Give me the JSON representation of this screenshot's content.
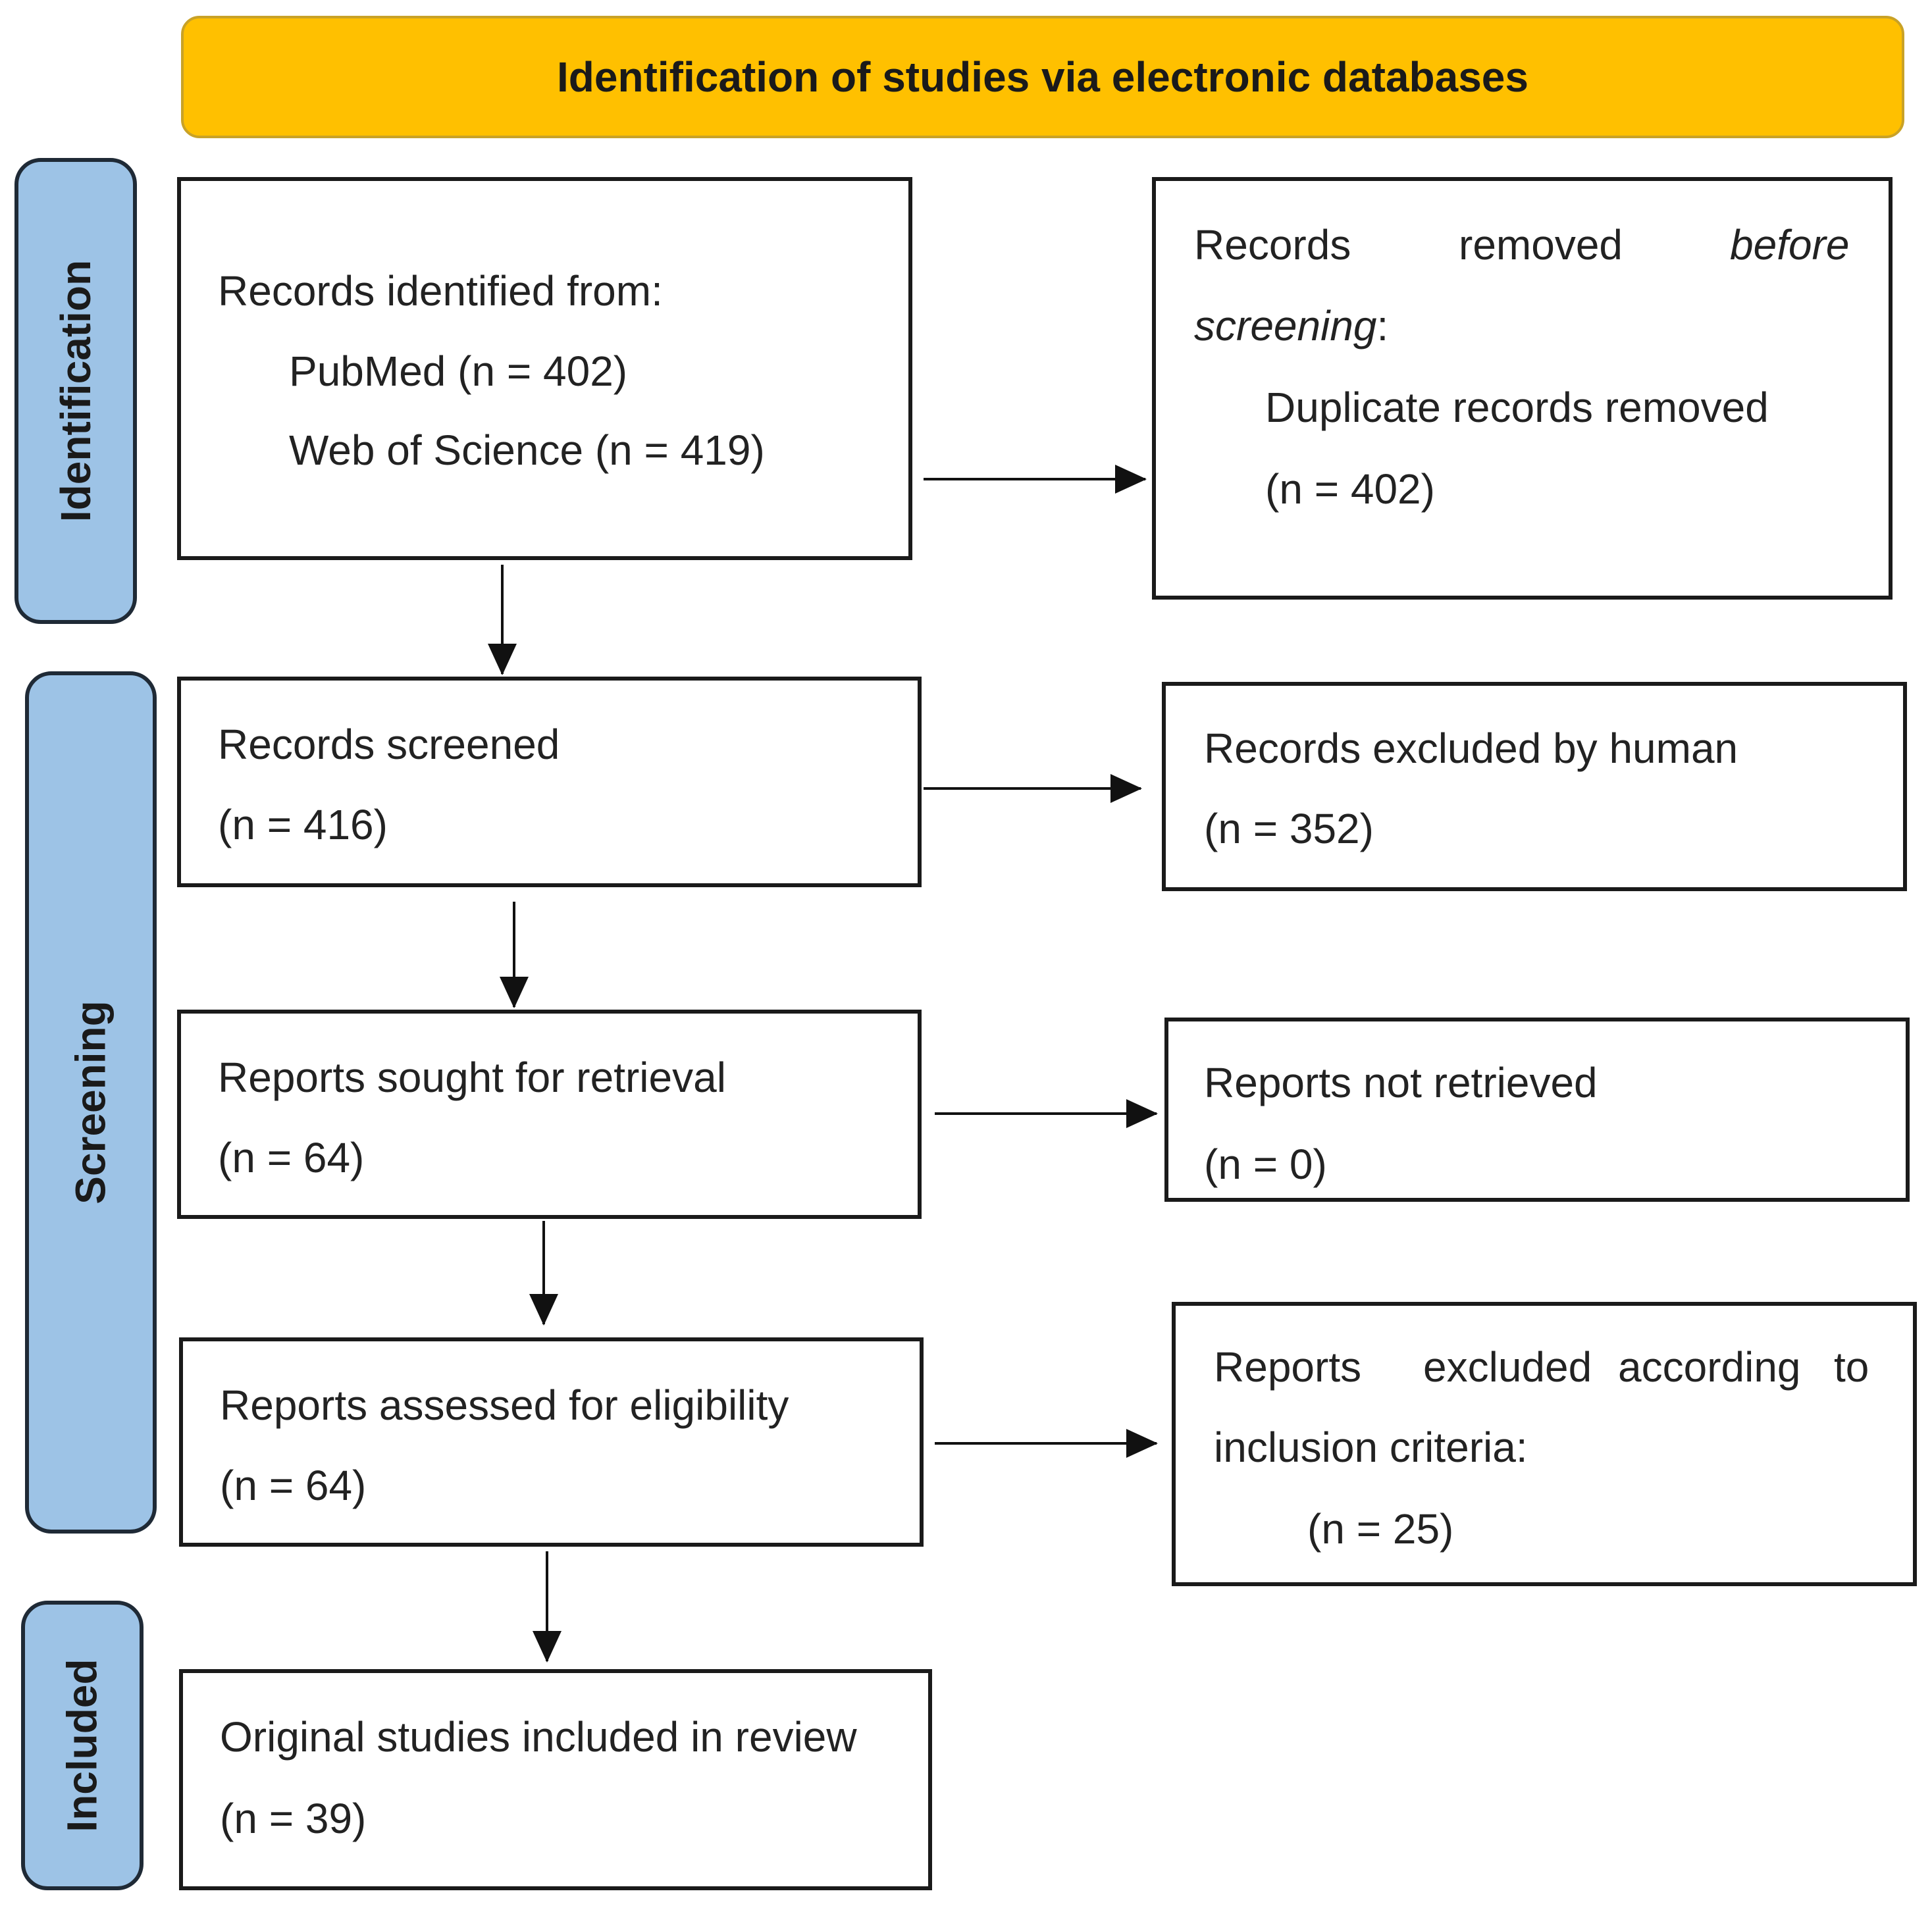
{
  "header": {
    "title": "Identification of studies via electronic databases"
  },
  "phases": {
    "identification": "Identification",
    "screening": "Screening",
    "included": "Included"
  },
  "boxes": {
    "records_identified": {
      "heading": "Records identified from:",
      "pubmed": "PubMed (n = 402)",
      "wos": "Web of Science (n = 419)"
    },
    "records_removed": {
      "w1": "Records",
      "w2": "removed",
      "w3": "before",
      "w4": "screening",
      "colon": ":",
      "line2": "Duplicate records removed",
      "count": "(n = 402)"
    },
    "records_screened": {
      "label": "Records screened",
      "count": "(n = 416)"
    },
    "records_excluded": {
      "label": "Records excluded by human",
      "count": "(n = 352)"
    },
    "reports_sought": {
      "label": "Reports sought for retrieval",
      "count": "(n = 64)"
    },
    "reports_not_retrieved": {
      "label": "Reports not retrieved",
      "count": "(n = 0)"
    },
    "reports_assessed": {
      "label": "Reports assessed for eligibility",
      "count": "(n = 64)"
    },
    "reports_excluded": {
      "w1": "Reports",
      "w2": "excluded",
      "w3": "according",
      "w4": "to",
      "line2": "inclusion criteria:",
      "count": "(n = 25)"
    },
    "included": {
      "label": "Original studies included in review",
      "count": "(n = 39)"
    }
  },
  "colors": {
    "banner": "#FFC000",
    "phase_fill": "#9DC3E6",
    "phase_border": "#1F2A36",
    "box_border": "#1a1a1a"
  }
}
